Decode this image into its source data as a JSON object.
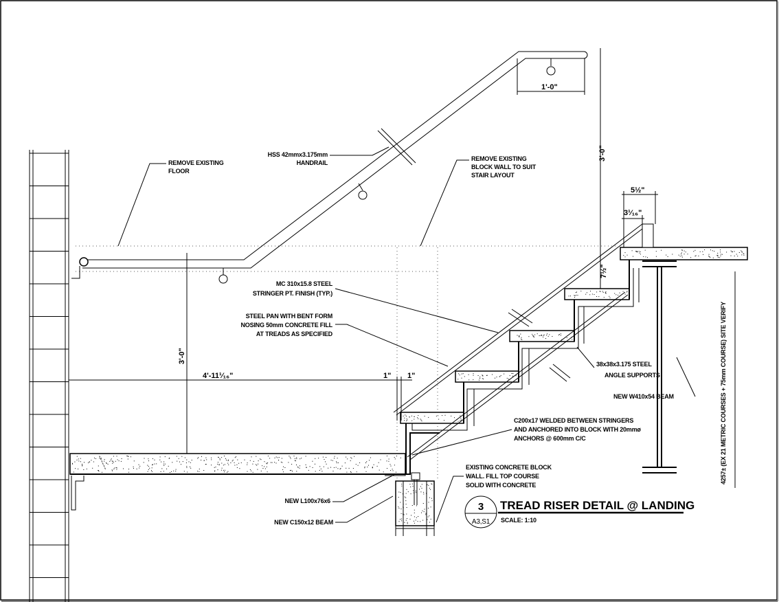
{
  "drawing": {
    "notes": {
      "remove_floor": [
        "REMOVE EXISTING",
        "FLOOR"
      ],
      "handrail": [
        "HSS 42mmx3.175mm",
        "HANDRAIL"
      ],
      "remove_wall": [
        "REMOVE EXISTING",
        "BLOCK WALL TO SUIT",
        "STAIR LAYOUT"
      ],
      "stringer": [
        "MC 310x15.8 STEEL",
        "STRINGER PT. FINISH (TYP.)"
      ],
      "steel_pan": [
        "STEEL PAN WITH BENT FORM",
        "NOSING 50mm CONCRETE FILL",
        "AT TREADS AS SPECIFIED"
      ],
      "angle": [
        "38x38x3.175 STEEL",
        "ANGLE SUPPORTS"
      ],
      "beam_w410": "NEW W410x54 BEAM",
      "channel": [
        "C200x17 WELDED BETWEEN STRINGERS",
        "AND ANCHORED INTO BLOCK WITH 20mmø",
        "ANCHORS @ 600mm C/C"
      ],
      "block_wall": [
        "EXISTING CONCRETE BLOCK",
        "WALL. FILL TOP COURSE",
        "SOLID WITH CONCRETE"
      ],
      "angle_l100": "NEW L100x76x6",
      "beam_c150": "NEW C150x12 BEAM",
      "vertical_note": "4257± (EX 21 METRIC COURSES + 75mm COURSE) SITE VERIFY"
    },
    "dimensions": {
      "rail_height_top": "3'-0\"",
      "rail_return": "1'-0\"",
      "nosing_a": "5½\"",
      "nosing_b": "3¹⁄₁₆\"",
      "riser": "7½\"",
      "rail_height_landing": "3'-0\"",
      "landing_length": "4'-11¹⁄₁₆\"",
      "gap_a": "1\"",
      "gap_b": "1\""
    },
    "title_block": {
      "detail_number": "3",
      "sheet_ref": "A3,S1",
      "title": "TREAD RISER DETAIL @ LANDING",
      "scale": "SCALE: 1:10"
    }
  }
}
